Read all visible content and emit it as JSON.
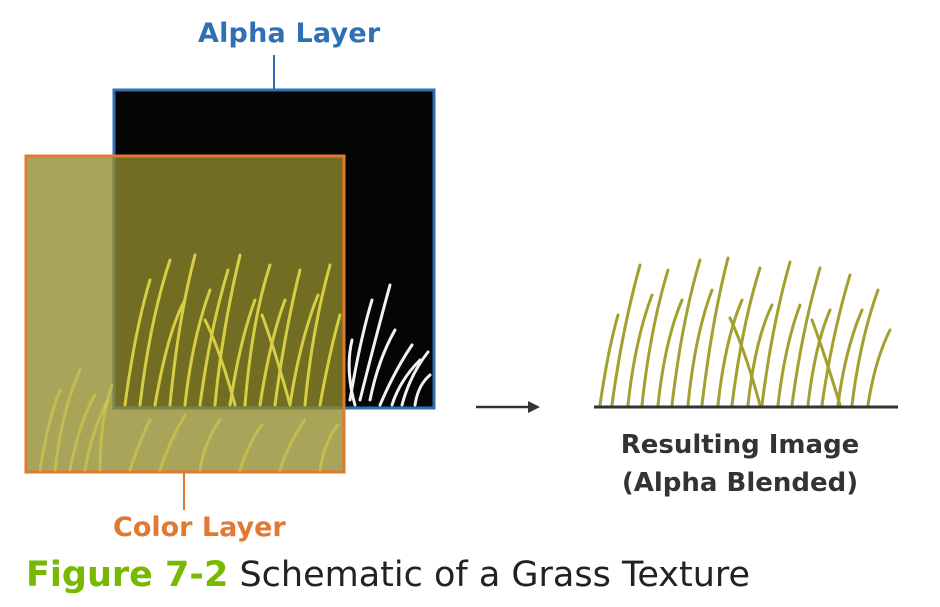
{
  "labels": {
    "alpha_layer": "Alpha Layer",
    "color_layer": "Color Layer",
    "result_line1": "Resulting Image",
    "result_line2": "(Alpha Blended)"
  },
  "caption": {
    "number": "Figure 7-2",
    "text": "Schematic of a Grass Texture"
  },
  "colors": {
    "alpha_border": "#2f6fb3",
    "color_border": "#e07a33",
    "caption_accent": "#76b900",
    "grass_yellow": "#c8c33a",
    "grass_olive": "#9a9a2a",
    "color_fill": "#8f8a2c"
  }
}
